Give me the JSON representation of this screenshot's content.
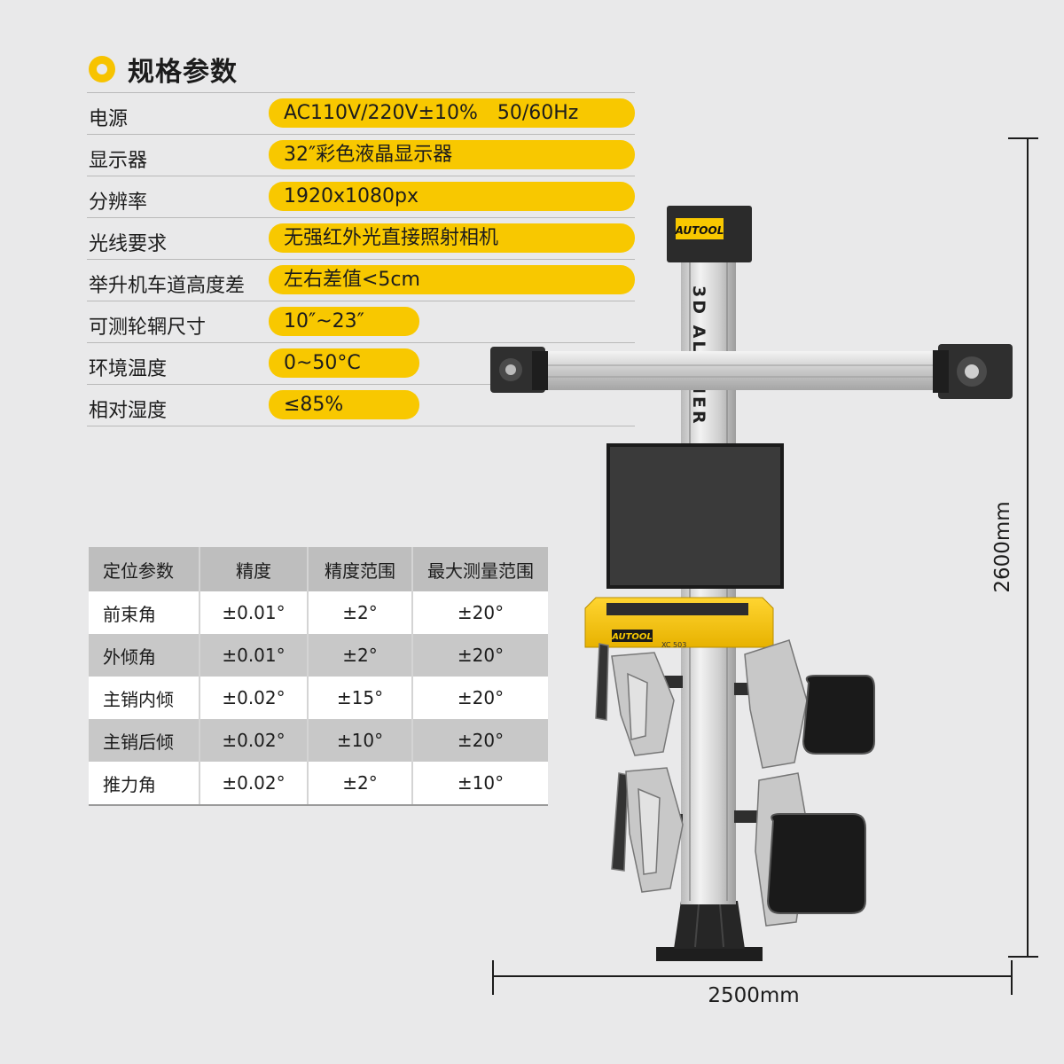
{
  "section": {
    "title": "规格参数"
  },
  "specs": [
    {
      "label": "电源",
      "value": "AC110V/220V±10%　50/60Hz",
      "size": "long"
    },
    {
      "label": "显示器",
      "value": "32″彩色液晶显示器",
      "size": "long"
    },
    {
      "label": "分辨率",
      "value": "1920x1080px",
      "size": "long"
    },
    {
      "label": "光线要求",
      "value": "无强红外光直接照射相机",
      "size": "long"
    },
    {
      "label": "举升机车道高度差",
      "value": "左右差值<5cm",
      "size": "long"
    },
    {
      "label": "可测轮辋尺寸",
      "value": "10″~23″",
      "size": "short"
    },
    {
      "label": "环境温度",
      "value": "0~50°C",
      "size": "short"
    },
    {
      "label": "相对湿度",
      "value": "≤85%",
      "size": "short"
    }
  ],
  "table": {
    "headers": [
      "定位参数",
      "精度",
      "精度范围",
      "最大测量范围"
    ],
    "rows": [
      [
        "前束角",
        "±0.01°",
        "±2°",
        "±20°"
      ],
      [
        "外倾角",
        "±0.01°",
        "±2°",
        "±20°"
      ],
      [
        "主销内倾",
        "±0.02°",
        "±15°",
        "±20°"
      ],
      [
        "主销后倾",
        "±0.02°",
        "±10°",
        "±20°"
      ],
      [
        "推力角",
        "±0.02°",
        "±2°",
        "±10°"
      ]
    ]
  },
  "machine": {
    "brand": "AUTOOL",
    "column_text": "3D ALIGNER",
    "cabinet_model": "XC 503",
    "height_label": "2600mm",
    "width_label": "2500mm"
  },
  "colors": {
    "accent": "#f8c800",
    "background": "#e9e9ea",
    "dark": "#2b2b2b"
  }
}
